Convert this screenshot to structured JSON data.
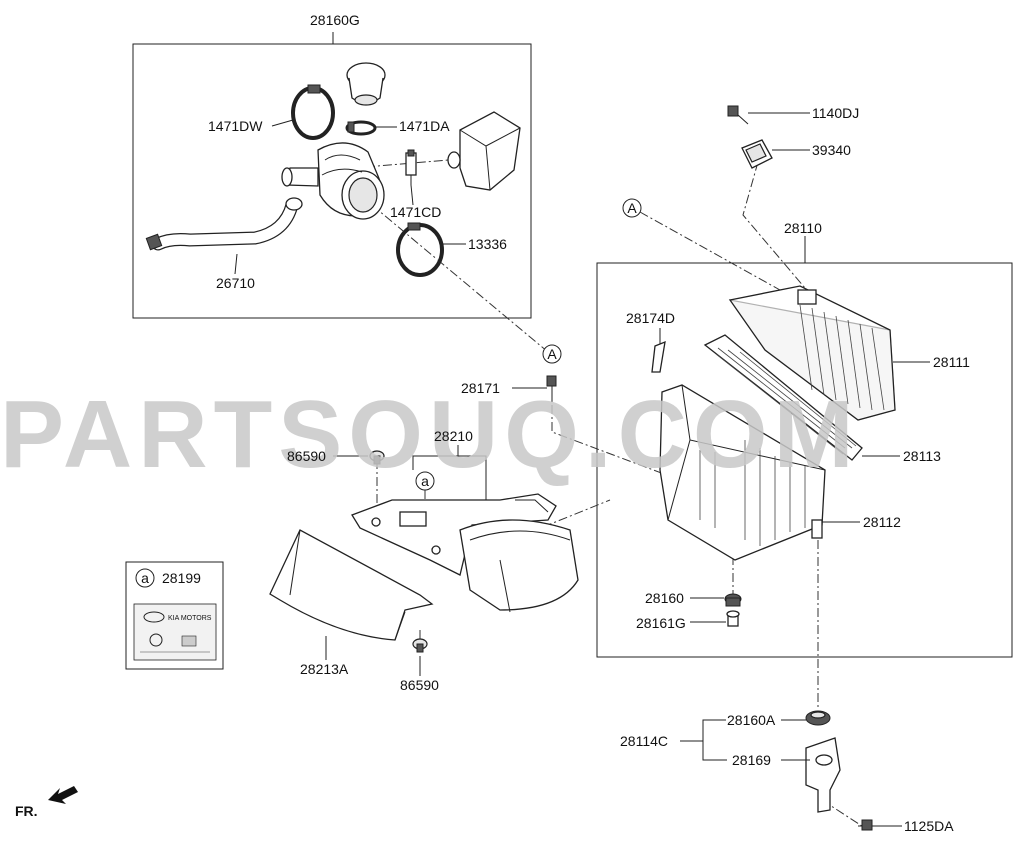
{
  "watermark": "PARTSOUQ.COM",
  "orientation": "FR.",
  "callout_letters": {
    "ref_a_upper": "A",
    "ref_a_lower": "a"
  },
  "groups": {
    "air_hose_assy": "28160G",
    "air_cleaner_assy": "28110",
    "bracket_assy": "28114C",
    "resonator_assy": "28210"
  },
  "parts": {
    "p1471DW": "1471DW",
    "p1471DA": "1471DA",
    "p1471CD": "1471CD",
    "p13336": "13336",
    "p26710": "26710",
    "p1140DJ": "1140DJ",
    "p39340": "39340",
    "p28174D": "28174D",
    "p28111": "28111",
    "p28113": "28113",
    "p28112": "28112",
    "p28171": "28171",
    "p86590_top": "86590",
    "p86590_bottom": "86590",
    "p28213A": "28213A",
    "p28160": "28160",
    "p28161G": "28161G",
    "p28160A": "28160A",
    "p28169": "28169",
    "p1125DA": "1125DA"
  },
  "label_box": {
    "ref": "a",
    "part": "28199",
    "brand": "KIA MOTORS"
  }
}
